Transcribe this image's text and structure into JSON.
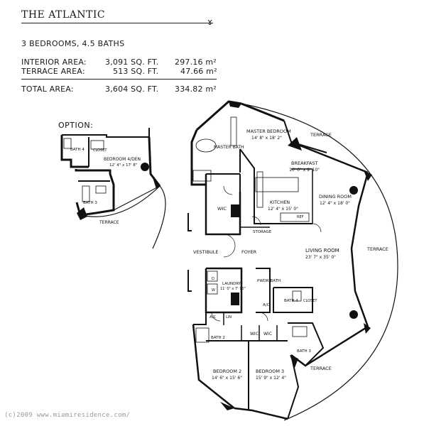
{
  "header": {
    "title": "THE ATLANTIC",
    "bedrooms_baths": "3 BEDROOMS, 4.5 BATHS",
    "areas": [
      {
        "label": "INTERIOR AREA:",
        "sqft": "3,091 SQ. FT.",
        "m2": "297.16 m²"
      },
      {
        "label": "TERRACE AREA:",
        "sqft": "513 SQ. FT.",
        "m2": "47.66 m²"
      }
    ],
    "total": {
      "label": "TOTAL AREA:",
      "sqft": "3,604 SQ. FT.",
      "m2": "334.82 m²"
    }
  },
  "option_label": "OPTION:",
  "option_plan": {
    "bath4": "BATH 4",
    "closet": "CLOSET",
    "bedroom_den": "BEDROOM 4/DEN",
    "bedroom_den_dims": "12' 4\" x 17' 8\"",
    "bath3": "BATH 3",
    "terrace": "TERRACE"
  },
  "main_plan": {
    "master_bath": "MASTER BATH",
    "master_bedroom": "MASTER BEDROOM",
    "master_bedroom_dims": "14' 8\" x 18' 2\"",
    "terrace_top": "TERRACE",
    "breakfast": "BREAKFAST",
    "breakfast_dims": "10' 0\" x 9' 10\"",
    "dining_room": "DINING ROOM",
    "dining_room_dims": "12' 4\" x 18' 0\"",
    "kitchen": "KITCHEN",
    "kitchen_dims": "12' 4\" x 15' 0\"",
    "ref": "REF",
    "wic_master": "WIC",
    "storage": "STORAGE",
    "vestibule": "VESTIBULE",
    "foyer": "FOYER",
    "living_room": "LIVING ROOM",
    "living_room_dims": "23' 7\" x 35' 0\"",
    "terrace_right": "TERRACE",
    "laundry": "LAUNDRY",
    "laundry_dims": "11' 0\" x 7' 10\"",
    "d": "D",
    "w": "W",
    "pwdr_bath": "PWDR BATH",
    "bath4": "BATH 4",
    "closet": "CLOSET",
    "ac_left": "A/C",
    "ac_right": "A/C",
    "lin": "LIN",
    "bath2": "BATH 2",
    "wic_1": "WIC",
    "wic_2": "WIC",
    "bath3": "BATH 3",
    "terrace_bottom": "TERRACE",
    "bedroom2": "BEDROOM 2",
    "bedroom2_dims": "14' 6\" x 15' 6\"",
    "bedroom3": "BEDROOM 3",
    "bedroom3_dims": "15' 9\" x 12' 4\""
  },
  "copyright": "(c)2009 www.miamiresidence.com/"
}
